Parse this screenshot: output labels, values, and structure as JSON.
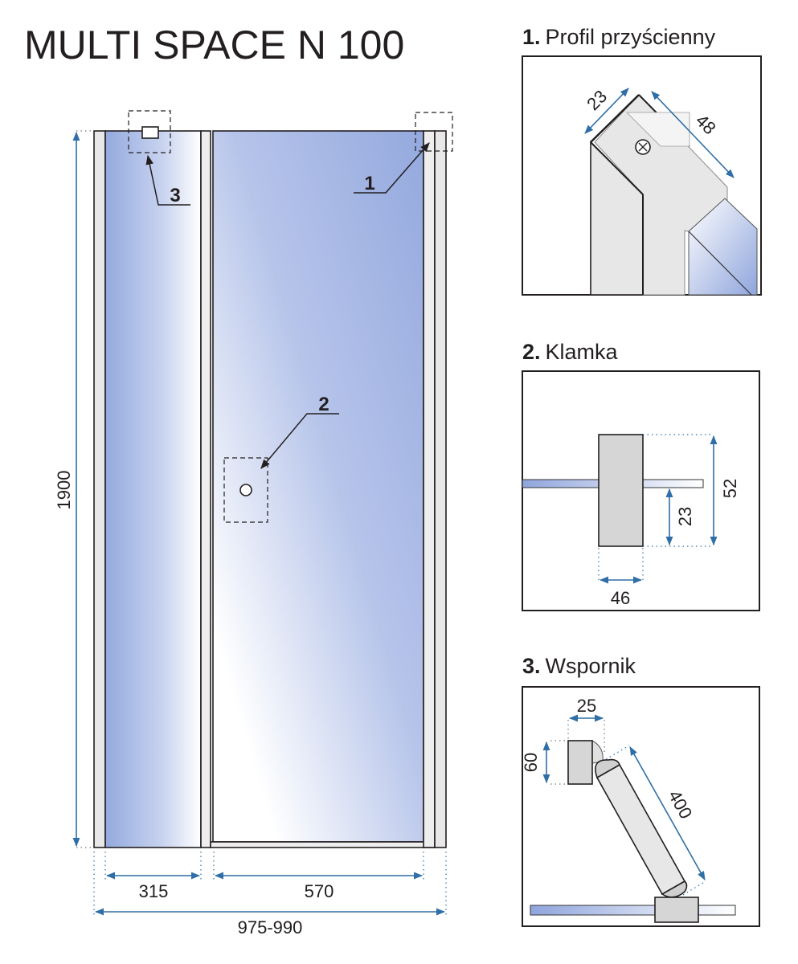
{
  "title": "MULTI SPACE N 100",
  "main_drawing": {
    "height_dim": "1900",
    "fixed_panel_dim": "315",
    "door_dim": "570",
    "total_width_dim": "975-990",
    "callouts": [
      "1",
      "2",
      "3"
    ]
  },
  "details": [
    {
      "number": "1.",
      "name": "Profil przyścienny",
      "dims": [
        "23",
        "48"
      ]
    },
    {
      "number": "2.",
      "name": "Klamka",
      "dims": [
        "52",
        "23",
        "46"
      ]
    },
    {
      "number": "3.",
      "name": "Wspornik",
      "dims": [
        "25",
        "60",
        "400"
      ]
    }
  ],
  "colors": {
    "dimension": "#2f6ea6",
    "glass": "#9aaede",
    "profile": "#e6e7e6"
  }
}
